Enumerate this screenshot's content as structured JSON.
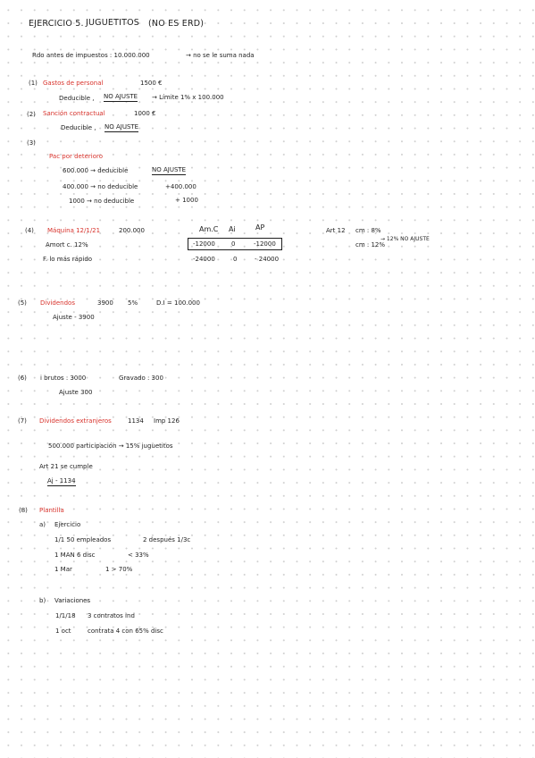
{
  "title": {
    "main": "EJERCICIO 5.",
    "name": "JUGUETITOS",
    "paren": "(NO ES ERD)"
  },
  "rdo": {
    "text": "Rdo antes de impuestos : 10.000.000",
    "note": "→ no se le suma nada"
  },
  "s1": {
    "num": "(1)",
    "label": "Gastos de personal",
    "amount": "1500 €",
    "detail_a": "Deducible ,",
    "detail_b": "NO AJUSTE",
    "detail_c": "→ Límite 1% x 100.000"
  },
  "s2": {
    "num": "(2)",
    "label": "Sanción contractual",
    "amount": "1000 €",
    "detail_a": "Deducible ,",
    "detail_b": "NO AJUSTE"
  },
  "s3": {
    "num": "(3)",
    "label": "Pac por deterioro",
    "row1_a": "600.000 → deducible",
    "row1_b": "NO AJUSTE",
    "row2_a": "400.000 → no deducible",
    "row2_b": "+400.000",
    "row3_a": "1000 → no deducible",
    "row3_b": "+ 1000"
  },
  "s4": {
    "num": "(4)",
    "label": "Máquina 12/1/21",
    "amount": "200.000",
    "line2": "Amort c. 12%",
    "line3": "F. lo más rápido",
    "col_h1": "Am.C",
    "col_h2": "Ai",
    "col_h3": "AP",
    "row1": [
      "-12000",
      "0",
      "-12000"
    ],
    "row2": [
      "-24000",
      "0",
      "- 24000"
    ],
    "art": "Art 12",
    "cm1": "cm : 8%",
    "arrow": "→ 12% NO AJUSTE",
    "cm2": "cm : 12%"
  },
  "s5": {
    "num": "(5)",
    "label": "Dividendos",
    "amount": "3900",
    "pct": "5%",
    "di": "D.I = 100.000",
    "ajuste": "Ajuste - 3900"
  },
  "s6": {
    "num": "(6)",
    "label_a": "i brutos : 3000",
    "label_b": "Gravado : 300",
    "ajuste": "Ajuste 300"
  },
  "s7": {
    "num": "(7)",
    "label": "Dividendos extranjeros",
    "amount": "1134",
    "imp": "Imp 126",
    "line2": "500.000 participación → 15% juguetitos",
    "line3": "Art 21 se cumple",
    "ajuste": "Aj - 1134"
  },
  "s8": {
    "num": "(8)",
    "label": "Plantilla",
    "a_letter": "a)",
    "a_title": "Ejercicio",
    "a1_a": "1/1 50 empleados",
    "a1_b": "2 después 1/3c",
    "a2_a": "1 MAN 6 disc",
    "a2_b": "< 33%",
    "a3_a": "1 Mar",
    "a3_b": "1 > 70%",
    "b_letter": "b)",
    "b_title": "Variaciones",
    "b1_a": "1/1/18",
    "b1_b": "3 contratos ind",
    "b2_a": "1 oct",
    "b2_b": "contrata 4 con 65% disc"
  }
}
